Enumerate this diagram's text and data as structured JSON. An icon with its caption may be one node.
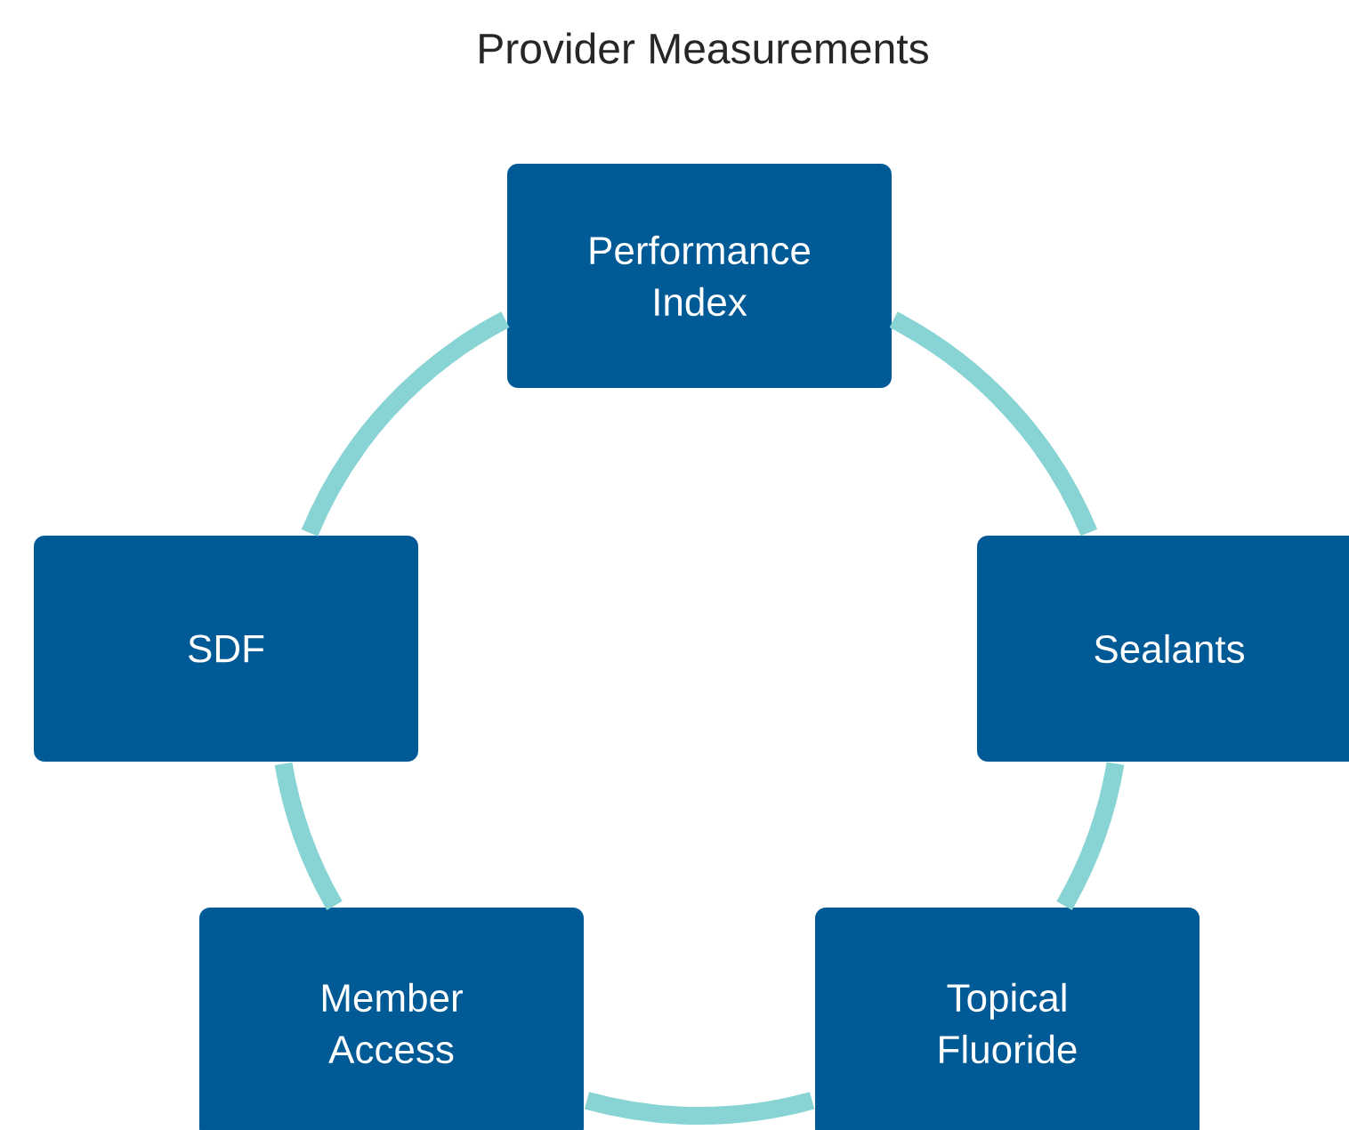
{
  "diagram": {
    "title": "Provider Measurements",
    "nodes": [
      {
        "text": [
          "Performance Index"
        ]
      },
      {
        "text": [
          "SDF"
        ]
      },
      {
        "text": [
          "Sealants"
        ]
      },
      {
        "text": [
          "Member Access"
        ]
      },
      {
        "text": [
          "Topical Fluoride"
        ]
      }
    ],
    "edges": [
      {
        "from": 0,
        "to": 2,
        "arrow": "none"
      },
      {
        "from": 2,
        "to": 4,
        "arrow": "none"
      },
      {
        "from": 4,
        "to": 3,
        "arrow": "none"
      },
      {
        "from": 3,
        "to": 1,
        "arrow": "none"
      },
      {
        "from": 1,
        "to": 0,
        "arrow": "none"
      }
    ]
  }
}
